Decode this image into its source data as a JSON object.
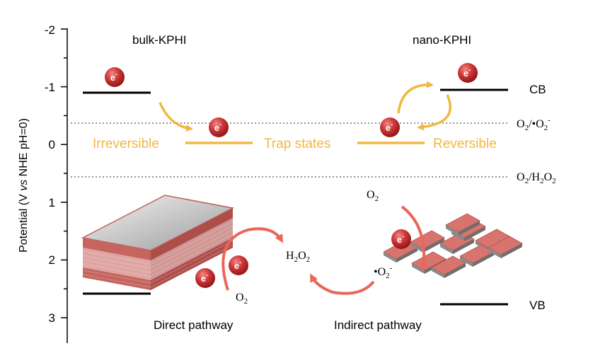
{
  "axis": {
    "ylabel_prefix": "Potential (V ",
    "ylabel_italic": "vs",
    "ylabel_suffix": " NHE pH=0)",
    "ticks": [
      "-2",
      "-1",
      "0",
      "1",
      "2",
      "3"
    ]
  },
  "labels": {
    "bulk": "bulk-KPHI",
    "nano": "nano-KPHI",
    "cb": "CB",
    "vb": "VB",
    "irreversible": "Irreversible",
    "trap_states": "Trap states",
    "reversible": "Reversible",
    "direct": "Direct pathway",
    "indirect": "Indirect pathway"
  },
  "chem": {
    "o2_superoxide": "O2/•O2-",
    "o2_h2o2": "O2/H2O2",
    "h2o2": "H2O2",
    "o2": "O2",
    "superoxide": "•O2-"
  },
  "electron": {
    "symbol": "e",
    "charge": "-"
  },
  "colors": {
    "trap": "#f2b743",
    "arrow_red": "#e8675a",
    "electron": "#c8282e",
    "sheet": "#d9736d"
  }
}
